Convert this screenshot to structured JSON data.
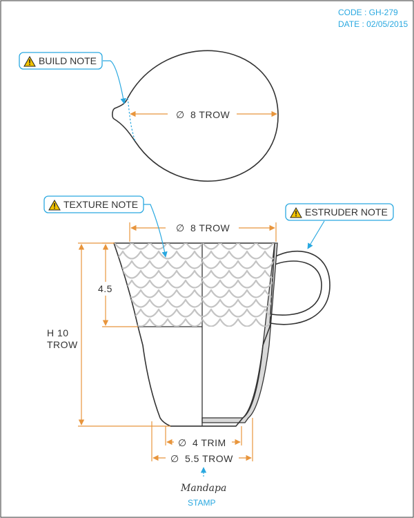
{
  "code_label": "CODE : GH-279",
  "date_label": "DATE : 02/05/2015",
  "notes": {
    "build": "BUILD NOTE",
    "texture": "TEXTURE NOTE",
    "estruder": "ESTRUDER NOTE"
  },
  "dimensions": {
    "top_view_diameter": "8 TROW",
    "rim_diameter": "8 TROW",
    "texture_height": "4.5",
    "height_line1": "H 10",
    "height_line2": "TROW",
    "trim_diameter": "4 TRIM",
    "base_diameter": "5.5 TROW",
    "diameter_symbol": "∅"
  },
  "stamp": {
    "logo_text": "Mandapa",
    "label": "STAMP"
  },
  "colors": {
    "accent_blue": "#29a8e0",
    "dimension_orange": "#e8953c",
    "outline": "#333333",
    "texture_grey": "#c4c4c4",
    "handle_grey": "#d9d9d9"
  },
  "icons": {
    "note_icon": "warning-triangle-icon"
  }
}
